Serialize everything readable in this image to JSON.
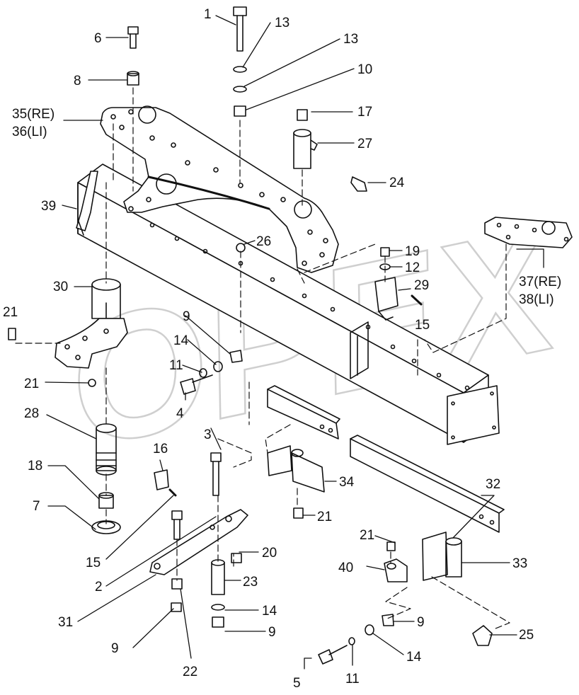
{
  "watermark": "OPEX",
  "corner_mark": "",
  "labels": {
    "l1": "1",
    "l2": "2",
    "l3": "3",
    "l4": "4",
    "l5": "5",
    "l6": "6",
    "l7": "7",
    "l8": "8",
    "l9a": "9",
    "l9b": "9",
    "l9c": "9",
    "l9d": "9",
    "l10": "10",
    "l11a": "11",
    "l11b": "11",
    "l12": "12",
    "l13a": "13",
    "l13b": "13",
    "l14a": "14",
    "l14b": "14",
    "l14c": "14",
    "l15a": "15",
    "l15b": "15",
    "l16": "16",
    "l17": "17",
    "l18": "18",
    "l19": "19",
    "l20": "20",
    "l21a": "21",
    "l21b": "21",
    "l21c": "21",
    "l21d": "21",
    "l22": "22",
    "l23": "23",
    "l24": "24",
    "l25": "25",
    "l26": "26",
    "l27": "27",
    "l28": "28",
    "l29": "29",
    "l30": "30",
    "l31": "31",
    "l32": "32",
    "l33": "33",
    "l34": "34",
    "l35": "35(RE)",
    "l36": "36(LI)",
    "l37": "37(RE)",
    "l38": "38(LI)",
    "l39": "39",
    "l40": "40"
  }
}
